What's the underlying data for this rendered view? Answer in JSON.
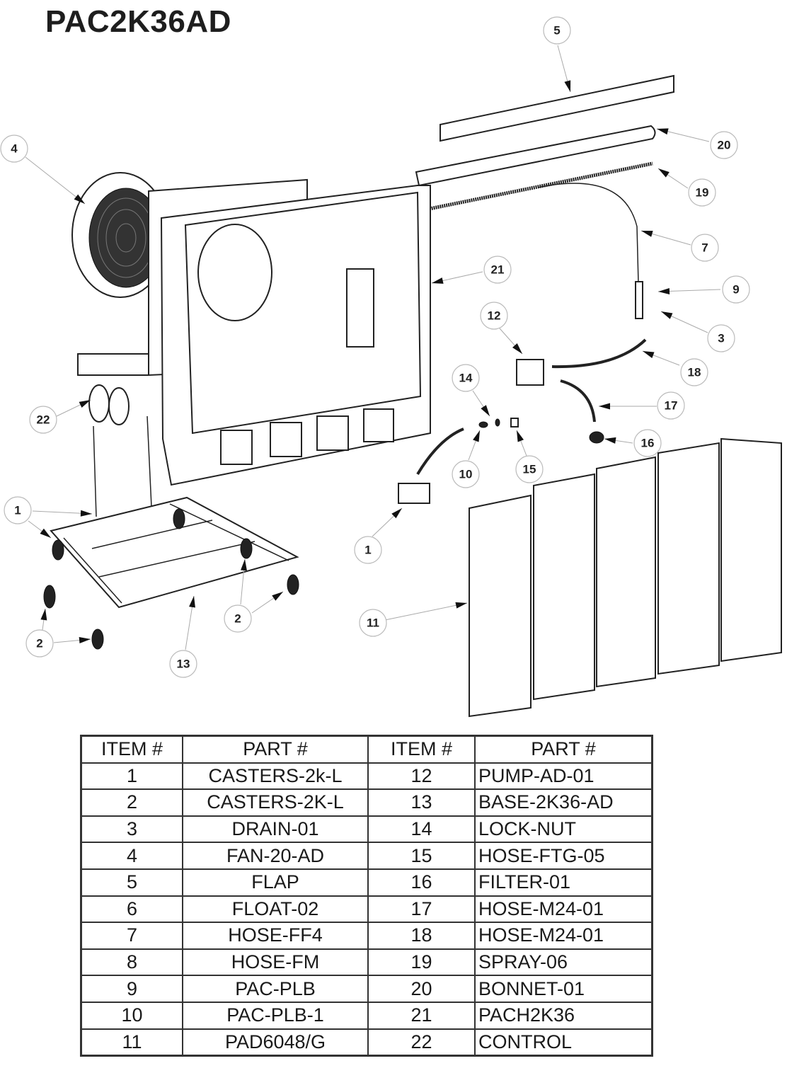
{
  "title": "PAC2K36AD",
  "callouts": [
    {
      "label": "5"
    },
    {
      "label": "4"
    },
    {
      "label": "20"
    },
    {
      "label": "19"
    },
    {
      "label": "7"
    },
    {
      "label": "21"
    },
    {
      "label": "9"
    },
    {
      "label": "12"
    },
    {
      "label": "3"
    },
    {
      "label": "18"
    },
    {
      "label": "14"
    },
    {
      "label": "17"
    },
    {
      "label": "22"
    },
    {
      "label": "16"
    },
    {
      "label": "10"
    },
    {
      "label": "15"
    },
    {
      "label": "1"
    },
    {
      "label": "1"
    },
    {
      "label": "2"
    },
    {
      "label": "11"
    },
    {
      "label": "2"
    },
    {
      "label": "13"
    }
  ],
  "table": {
    "headers": [
      "ITEM #",
      "PART #",
      "ITEM #",
      "PART #"
    ],
    "rows": [
      [
        "1",
        "CASTERS-2k-L",
        "12",
        "PUMP-AD-01"
      ],
      [
        "2",
        "CASTERS-2K-L",
        "13",
        "BASE-2K36-AD"
      ],
      [
        "3",
        "DRAIN-01",
        "14",
        "LOCK-NUT"
      ],
      [
        "4",
        "FAN-20-AD",
        "15",
        "HOSE-FTG-05"
      ],
      [
        "5",
        "FLAP",
        "16",
        "FILTER-01"
      ],
      [
        "6",
        "FLOAT-02",
        "17",
        "HOSE-M24-01"
      ],
      [
        "7",
        "HOSE-FF4",
        "18",
        "HOSE-M24-01"
      ],
      [
        "8",
        "HOSE-FM",
        "19",
        "SPRAY-06"
      ],
      [
        "9",
        "PAC-PLB",
        "20",
        "BONNET-01"
      ],
      [
        "10",
        "PAC-PLB-1",
        "21",
        "PACH2K36"
      ],
      [
        "11",
        "PAD6048/G",
        "22",
        "CONTROL"
      ]
    ]
  }
}
